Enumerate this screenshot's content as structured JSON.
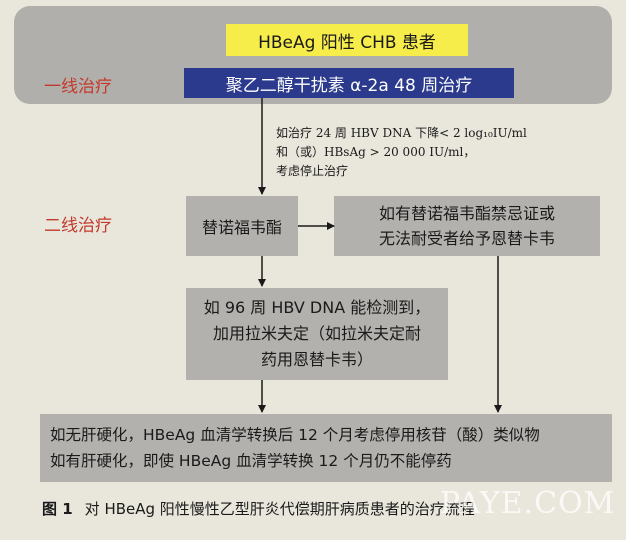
{
  "top": {
    "patient_label": "HBeAg 阳性 CHB 患者",
    "regimen_label": "聚乙二醇干扰素 α-2a 48 周治疗"
  },
  "levels": {
    "first_line": "一线治疗",
    "second_line": "二线治疗"
  },
  "stop_condition": {
    "line1": "如治疗 24 周 HBV DNA 下降< 2 log₁₀IU/ml",
    "line2": "和（或）HBsAg > 20 000 IU/ml，",
    "line3": "考虑停止治疗"
  },
  "second_line": {
    "ldt_label": "替诺福韦酯",
    "contra_line1": "如有替诺福韦酯禁忌证或",
    "contra_line2": "无法耐受者给予恩替卡韦"
  },
  "week96": {
    "line1": "如 96 周 HBV DNA 能检测到，",
    "line2": "加用拉米夫定（如拉米夫定耐",
    "line3": "药用恩替卡韦）"
  },
  "outcome": {
    "line1": "如无肝硬化，HBeAg 血清学转换后 12 个月考虑停用核苷（酸）类似物",
    "line2": "如有肝硬化，即使 HBeAg 血清学转换 12 个月仍不能停药"
  },
  "caption": {
    "number": "图 1",
    "text": "对 HBeAg 阳性慢性乙型肝炎代偿期肝病质患者的治疗流程"
  },
  "watermark": "PAYE.COM"
}
